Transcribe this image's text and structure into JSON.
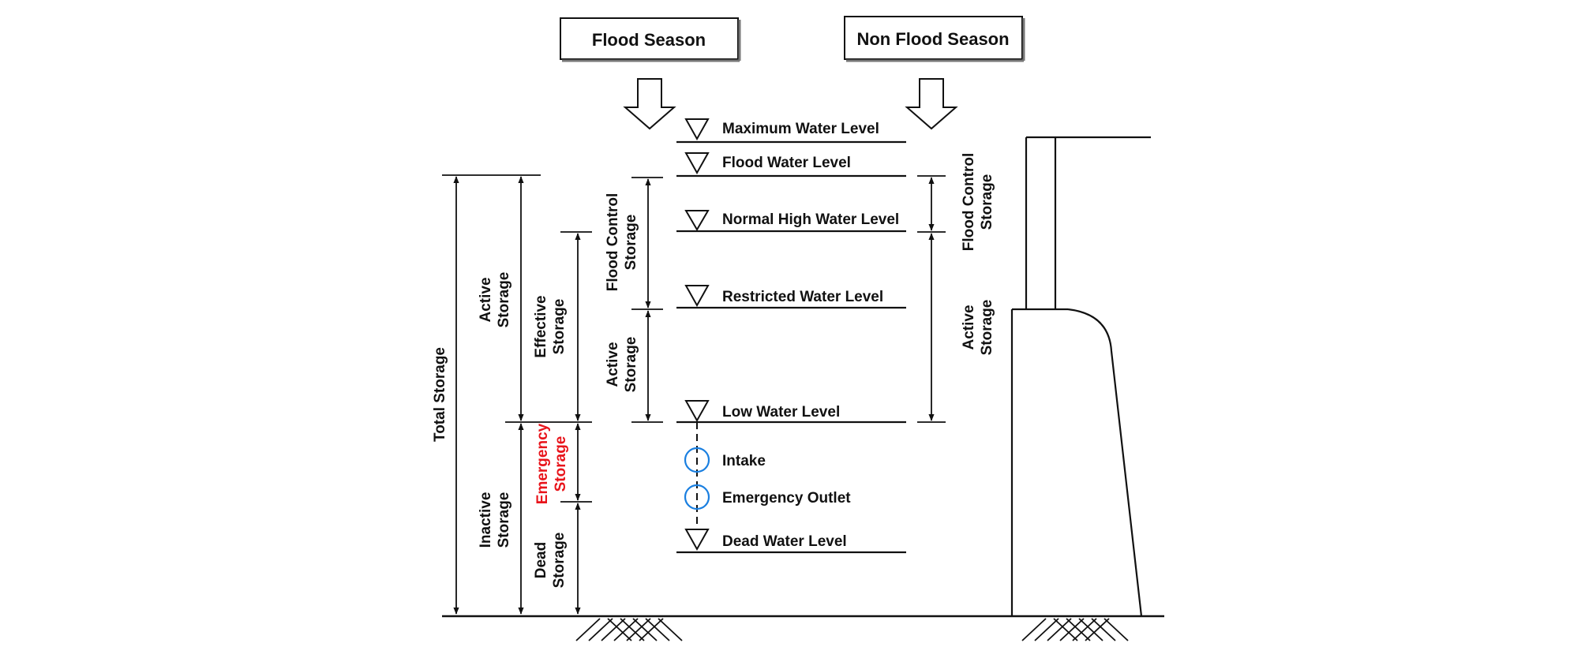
{
  "seasons": {
    "flood": "Flood Season",
    "non_flood": "Non Flood Season"
  },
  "levels": {
    "maximum": "Maximum Water Level",
    "flood": "Flood Water Level",
    "normal_high": "Normal High Water Level",
    "restricted": "Restricted Water Level",
    "low": "Low Water Level",
    "intake": "Intake",
    "emergency_outlet": "Emergency Outlet",
    "dead": "Dead Water Level"
  },
  "storage": {
    "total": "Total Storage",
    "active_line1": "Active",
    "active_line2": "Storage",
    "inactive_line1": "Inactive",
    "inactive_line2": "Storage",
    "effective_line1": "Effective",
    "effective_line2": "Storage",
    "emergency_line1": "Emergency",
    "emergency_line2": "Storage",
    "dead_line1": "Dead",
    "dead_line2": "Storage",
    "flood_control_line1": "Flood Control",
    "flood_control_line2": "Storage"
  },
  "colors": {
    "line": "#111111",
    "emergency_text": "#e8141b",
    "outlet_circle": "#1a7fe0"
  }
}
